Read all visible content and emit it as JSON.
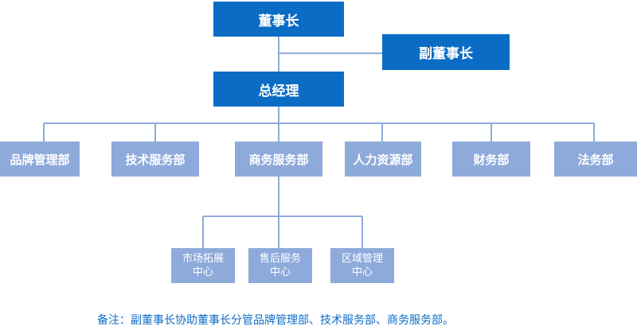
{
  "colors": {
    "executive": "#0b6cc5",
    "department": "#8eaadb",
    "connector": "#8eaadb",
    "note": "#0b6cc5"
  },
  "chairman": "董事长",
  "vice_chairman": "副董事长",
  "general_manager": "总经理",
  "departments": [
    "品牌管理部",
    "技术服务部",
    "商务服务部",
    "人力资源部",
    "财务部",
    "法务部"
  ],
  "commercial_centers": [
    [
      "市场拓展",
      "中心"
    ],
    [
      "售后服务",
      "中心"
    ],
    [
      "区域管理",
      "中心"
    ]
  ],
  "note": "备注：副董事长协助董事长分管品牌管理部、技术服务部、商务服务部。"
}
